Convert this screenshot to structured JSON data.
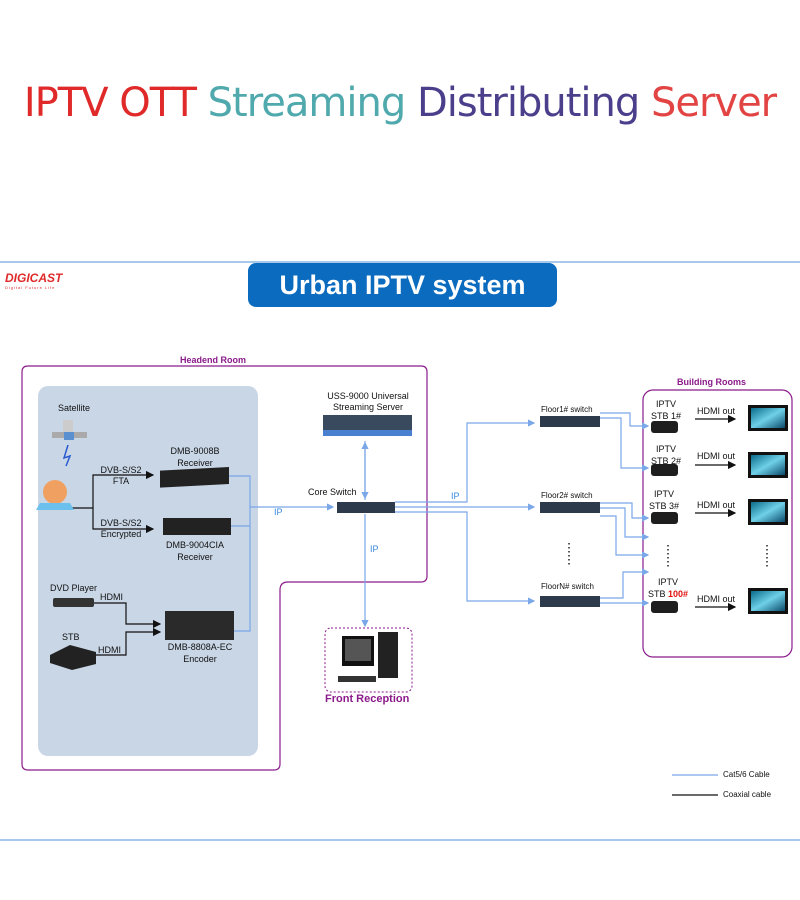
{
  "title": {
    "parts": [
      {
        "text": "IPTV OTT ",
        "color": "#e02a2a"
      },
      {
        "text": "Streaming ",
        "color": "#4fa9ad"
      },
      {
        "text": "Distributing ",
        "color": "#4b3f8c"
      },
      {
        "text": "Server",
        "color": "#e24444"
      }
    ]
  },
  "logo": {
    "name": "DIGICAST",
    "tagline": "Digital Future Life"
  },
  "banner": "Urban IPTV system",
  "headend": {
    "label": "Headend Room",
    "satellite": "Satellite",
    "fta_1": "DVB-S/S2",
    "fta_2": "FTA",
    "enc_1": "DVB-S/S2",
    "enc_2": "Encrypted",
    "recv1_1": "DMB-9008B",
    "recv1_2": "Receiver",
    "recv2_1": "DMB-9004CIA",
    "recv2_2": "Receiver",
    "dvd": "DVD Player",
    "stb": "STB",
    "hdmi1": "HDMI",
    "hdmi2": "HDMI",
    "encoder_1": "DMB-8808A-EC",
    "encoder_2": "Encoder",
    "server_1": "USS-9000 Universal",
    "server_2": "Streaming Server",
    "core": "Core Switch",
    "ip1": "IP",
    "ip2": "IP"
  },
  "front_reception": "Front Reception",
  "ip3": "IP",
  "floors": [
    "Floor1# switch",
    "Floor2# switch",
    "FloorN# switch"
  ],
  "building": {
    "label": "Building Rooms",
    "stbs": [
      {
        "l1": "IPTV",
        "l2": "STB 1#"
      },
      {
        "l1": "IPTV",
        "l2": "STB 2#"
      },
      {
        "l1": "IPTV",
        "l2": "STB 3#"
      },
      {
        "l1": "IPTV",
        "l2": "STB ",
        "l2_red": "100#"
      }
    ],
    "hdmi_out": "HDMI out"
  },
  "legend": [
    {
      "label": "Cat5/6 Cable",
      "color": "#7aa7e8"
    },
    {
      "label": "Coaxial cable",
      "color": "#111111"
    }
  ],
  "colors": {
    "cable": "#7aa7e8",
    "room_border": "#8b1a8b",
    "banner": "#0a6bbf",
    "panel": "#c9d6e6"
  }
}
